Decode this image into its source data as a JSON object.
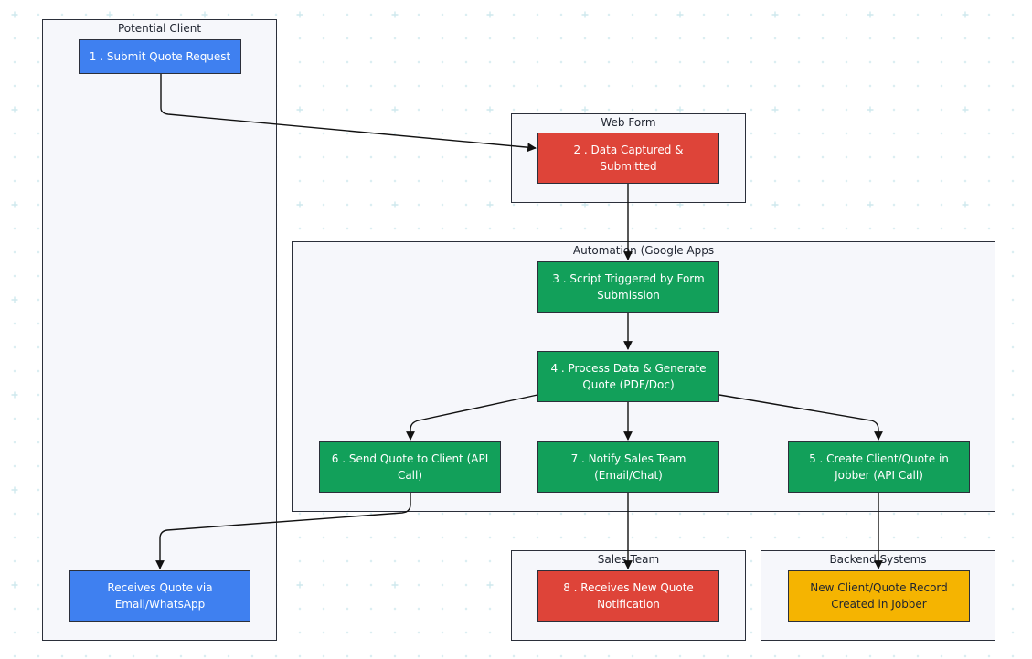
{
  "groups": {
    "potential_client": "Potential Client",
    "web_form": "Web Form",
    "automation": "Automation (Google Apps",
    "sales_team": "Sales Team",
    "backend_systems": "Backend Systems"
  },
  "nodes": {
    "n1": "1 . Submit Quote Request",
    "n2": "2 . Data Captured & Submitted",
    "n3": "3 . Script Triggered by Form Submission",
    "n4": "4 . Process Data & Generate Quote (PDF/Doc)",
    "n5": "5 . Create Client/Quote in Jobber (API Call)",
    "n6": "6 . Send Quote to Client (API Call)",
    "n7": "7 . Notify Sales Team (Email/Chat)",
    "n8": "8 . Receives New Quote Notification",
    "receives_quote": "Receives Quote via Email/WhatsApp",
    "new_record": "New Client/Quote Record Created in Jobber"
  },
  "colors": {
    "blue": "#3f80f0",
    "red": "#de4439",
    "green": "#12a05a",
    "yellow": "#f5b401",
    "grid": "#cfe9ee"
  },
  "edges": [
    {
      "from": "n1",
      "to": "n2"
    },
    {
      "from": "n2",
      "to": "n3"
    },
    {
      "from": "n3",
      "to": "n4"
    },
    {
      "from": "n4",
      "to": "n6"
    },
    {
      "from": "n4",
      "to": "n7"
    },
    {
      "from": "n4",
      "to": "n5"
    },
    {
      "from": "n6",
      "to": "receives_quote"
    },
    {
      "from": "n7",
      "to": "n8"
    },
    {
      "from": "n5",
      "to": "new_record"
    }
  ]
}
